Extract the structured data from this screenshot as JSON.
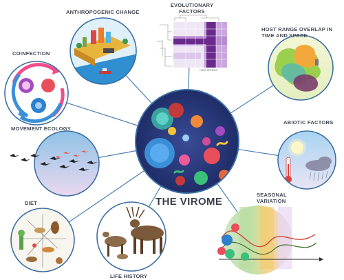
{
  "diagram": {
    "center": {
      "title": "THE VIROME"
    },
    "nodes": [
      {
        "id": "anthropogenic",
        "label": "ANTHROPOGENIC CHANGE"
      },
      {
        "id": "evolutionary",
        "label_lines": [
          "EVOLUTIONARY",
          "FACTORS"
        ],
        "inset_label": "HOST SPECIES"
      },
      {
        "id": "host-range",
        "label_lines": [
          "HOST RANGE OVERLAP IN",
          "TIME AND SPACE"
        ]
      },
      {
        "id": "coinfection",
        "label": "COINFECTION"
      },
      {
        "id": "movement",
        "label": "MOVEMENT ECOLOGY"
      },
      {
        "id": "abiotic",
        "label": "ABIOTIC FACTORS"
      },
      {
        "id": "seasonal",
        "label_lines": [
          "SEASONAL",
          "VARIATION"
        ]
      },
      {
        "id": "diet",
        "label": "DIET"
      },
      {
        "id": "life-history",
        "label": "LIFE HISTORY"
      }
    ]
  },
  "colors": {
    "connector": "#4a7fb5",
    "ring": "#3d6fa3",
    "center_fill": "#1f2f6b",
    "evolution_purple": "#6a2a8c",
    "sky_top": "#9ec9e8",
    "sky_bottom": "#e8d9ef"
  }
}
